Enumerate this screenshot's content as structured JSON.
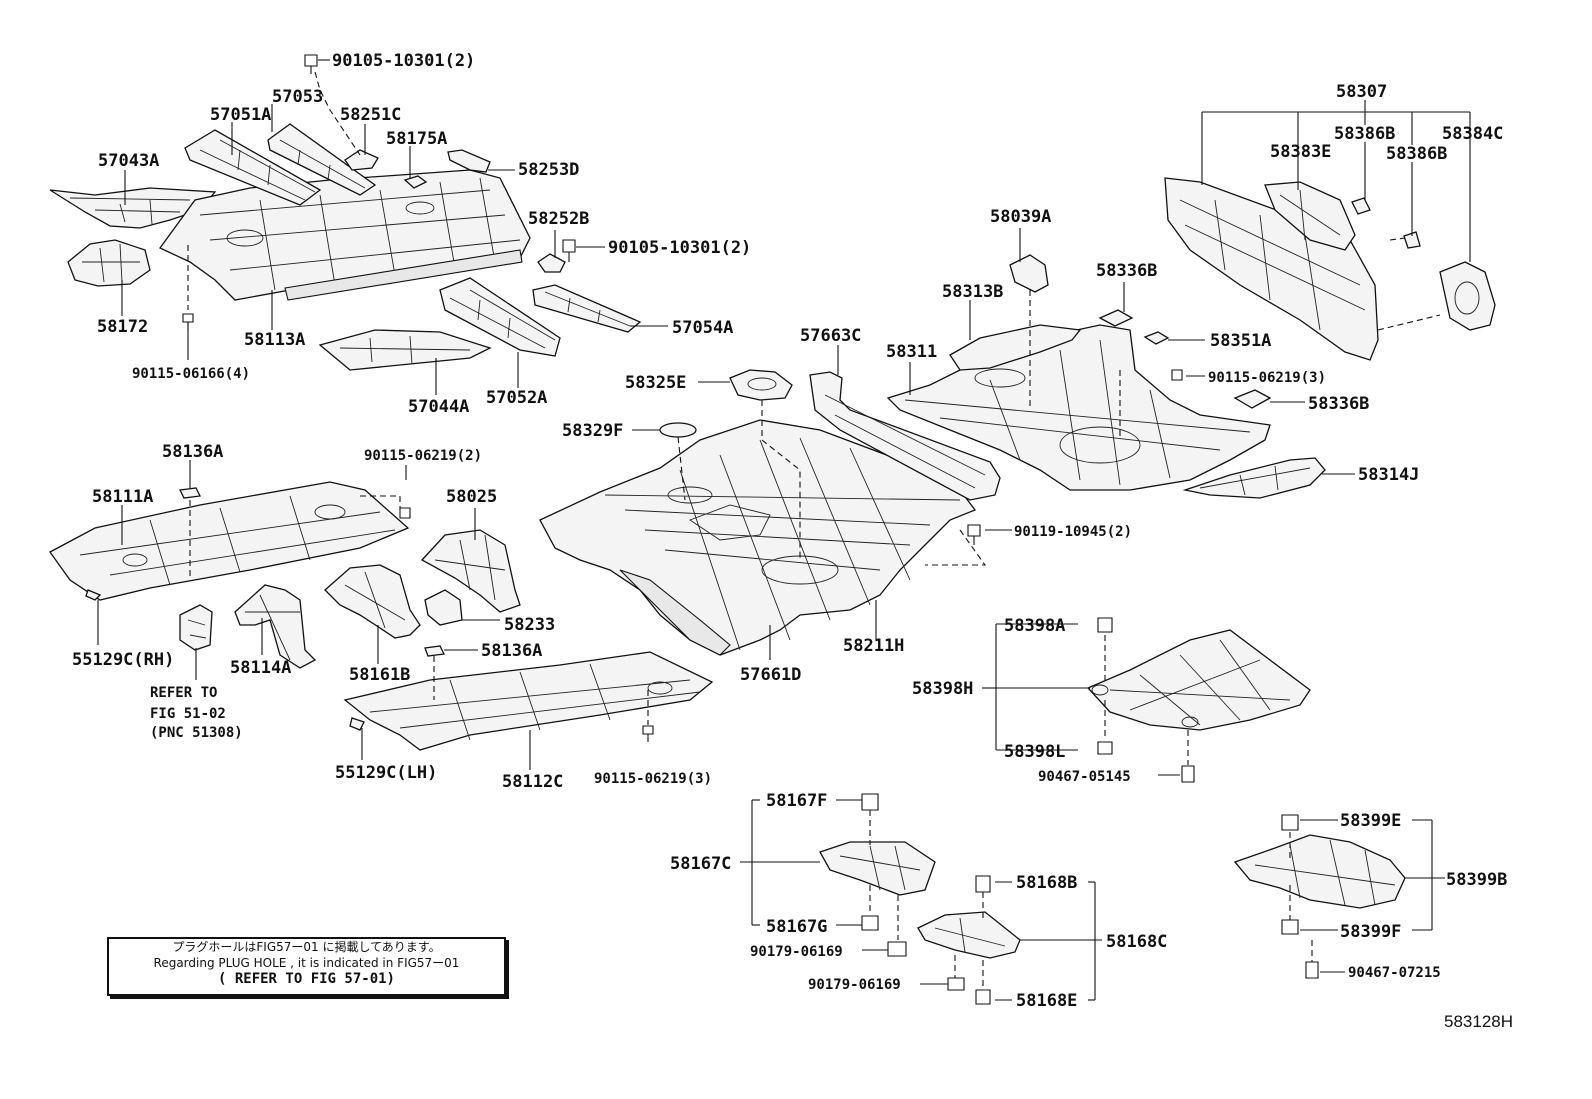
{
  "parts": {
    "p90105_top": "90105-10301(2)",
    "p57053": "57053",
    "p57051A": "57051A",
    "p58251C": "58251C",
    "p58175A": "58175A",
    "p58253D": "58253D",
    "p57043A": "57043A",
    "p58252B": "58252B",
    "p90105_mid": "90105-10301(2)",
    "p58172": "58172",
    "p58113A": "58113A",
    "p57054A": "57054A",
    "p90115_06166": "90115-06166(4)",
    "p57044A": "57044A",
    "p57052A": "57052A",
    "p57663C": "57663C",
    "p58325E": "58325E",
    "p58329F": "58329F",
    "p58136A_top": "58136A",
    "p90115_06219_2": "90115-06219(2)",
    "p58111A": "58111A",
    "p58025": "58025",
    "p58233": "58233",
    "p58136A_bottom": "58136A",
    "p55129C_RH": "55129C(RH)",
    "p58114A": "58114A",
    "p58161B": "58161B",
    "p57661D": "57661D",
    "p58211H": "58211H",
    "p55129C_LH": "55129C(LH)",
    "p58112C": "58112C",
    "p90115_06219_3_bottom": "90115-06219(3)",
    "p58307": "58307",
    "p58386B_1": "58386B",
    "p58384C": "58384C",
    "p58383E": "58383E",
    "p58386B_2": "58386B",
    "p58039A": "58039A",
    "p58336B_top": "58336B",
    "p58313B": "58313B",
    "p58311": "58311",
    "p58351A": "58351A",
    "p90115_06219_3_right": "90115-06219(3)",
    "p58336B_bottom": "58336B",
    "p58314J": "58314J",
    "p90119_10945": "90119-10945(2)",
    "p58398A": "58398A",
    "p58398H": "58398H",
    "p58398L": "58398L",
    "p90467_05145": "90467-05145",
    "p58167F": "58167F",
    "p58167C": "58167C",
    "p58167G": "58167G",
    "p90179_06169_a": "90179-06169",
    "p58168B": "58168B",
    "p58168C": "58168C",
    "p90179_06169_b": "90179-06169",
    "p58168E": "58168E",
    "p58399E": "58399E",
    "p58399B": "58399B",
    "p58399F": "58399F",
    "p90467_07215": "90467-07215"
  },
  "refer": {
    "line1": "REFER TO",
    "line2": "FIG 51-02",
    "line3": "(PNC 51308)"
  },
  "note": {
    "jp": "プラグホールはFIG57ー01 に掲載してあります。",
    "en": "Regarding PLUG HOLE , it is indicated in FIG57ー01",
    "ref": "( REFER TO FIG 57-01)"
  },
  "figure_code": "583128H"
}
